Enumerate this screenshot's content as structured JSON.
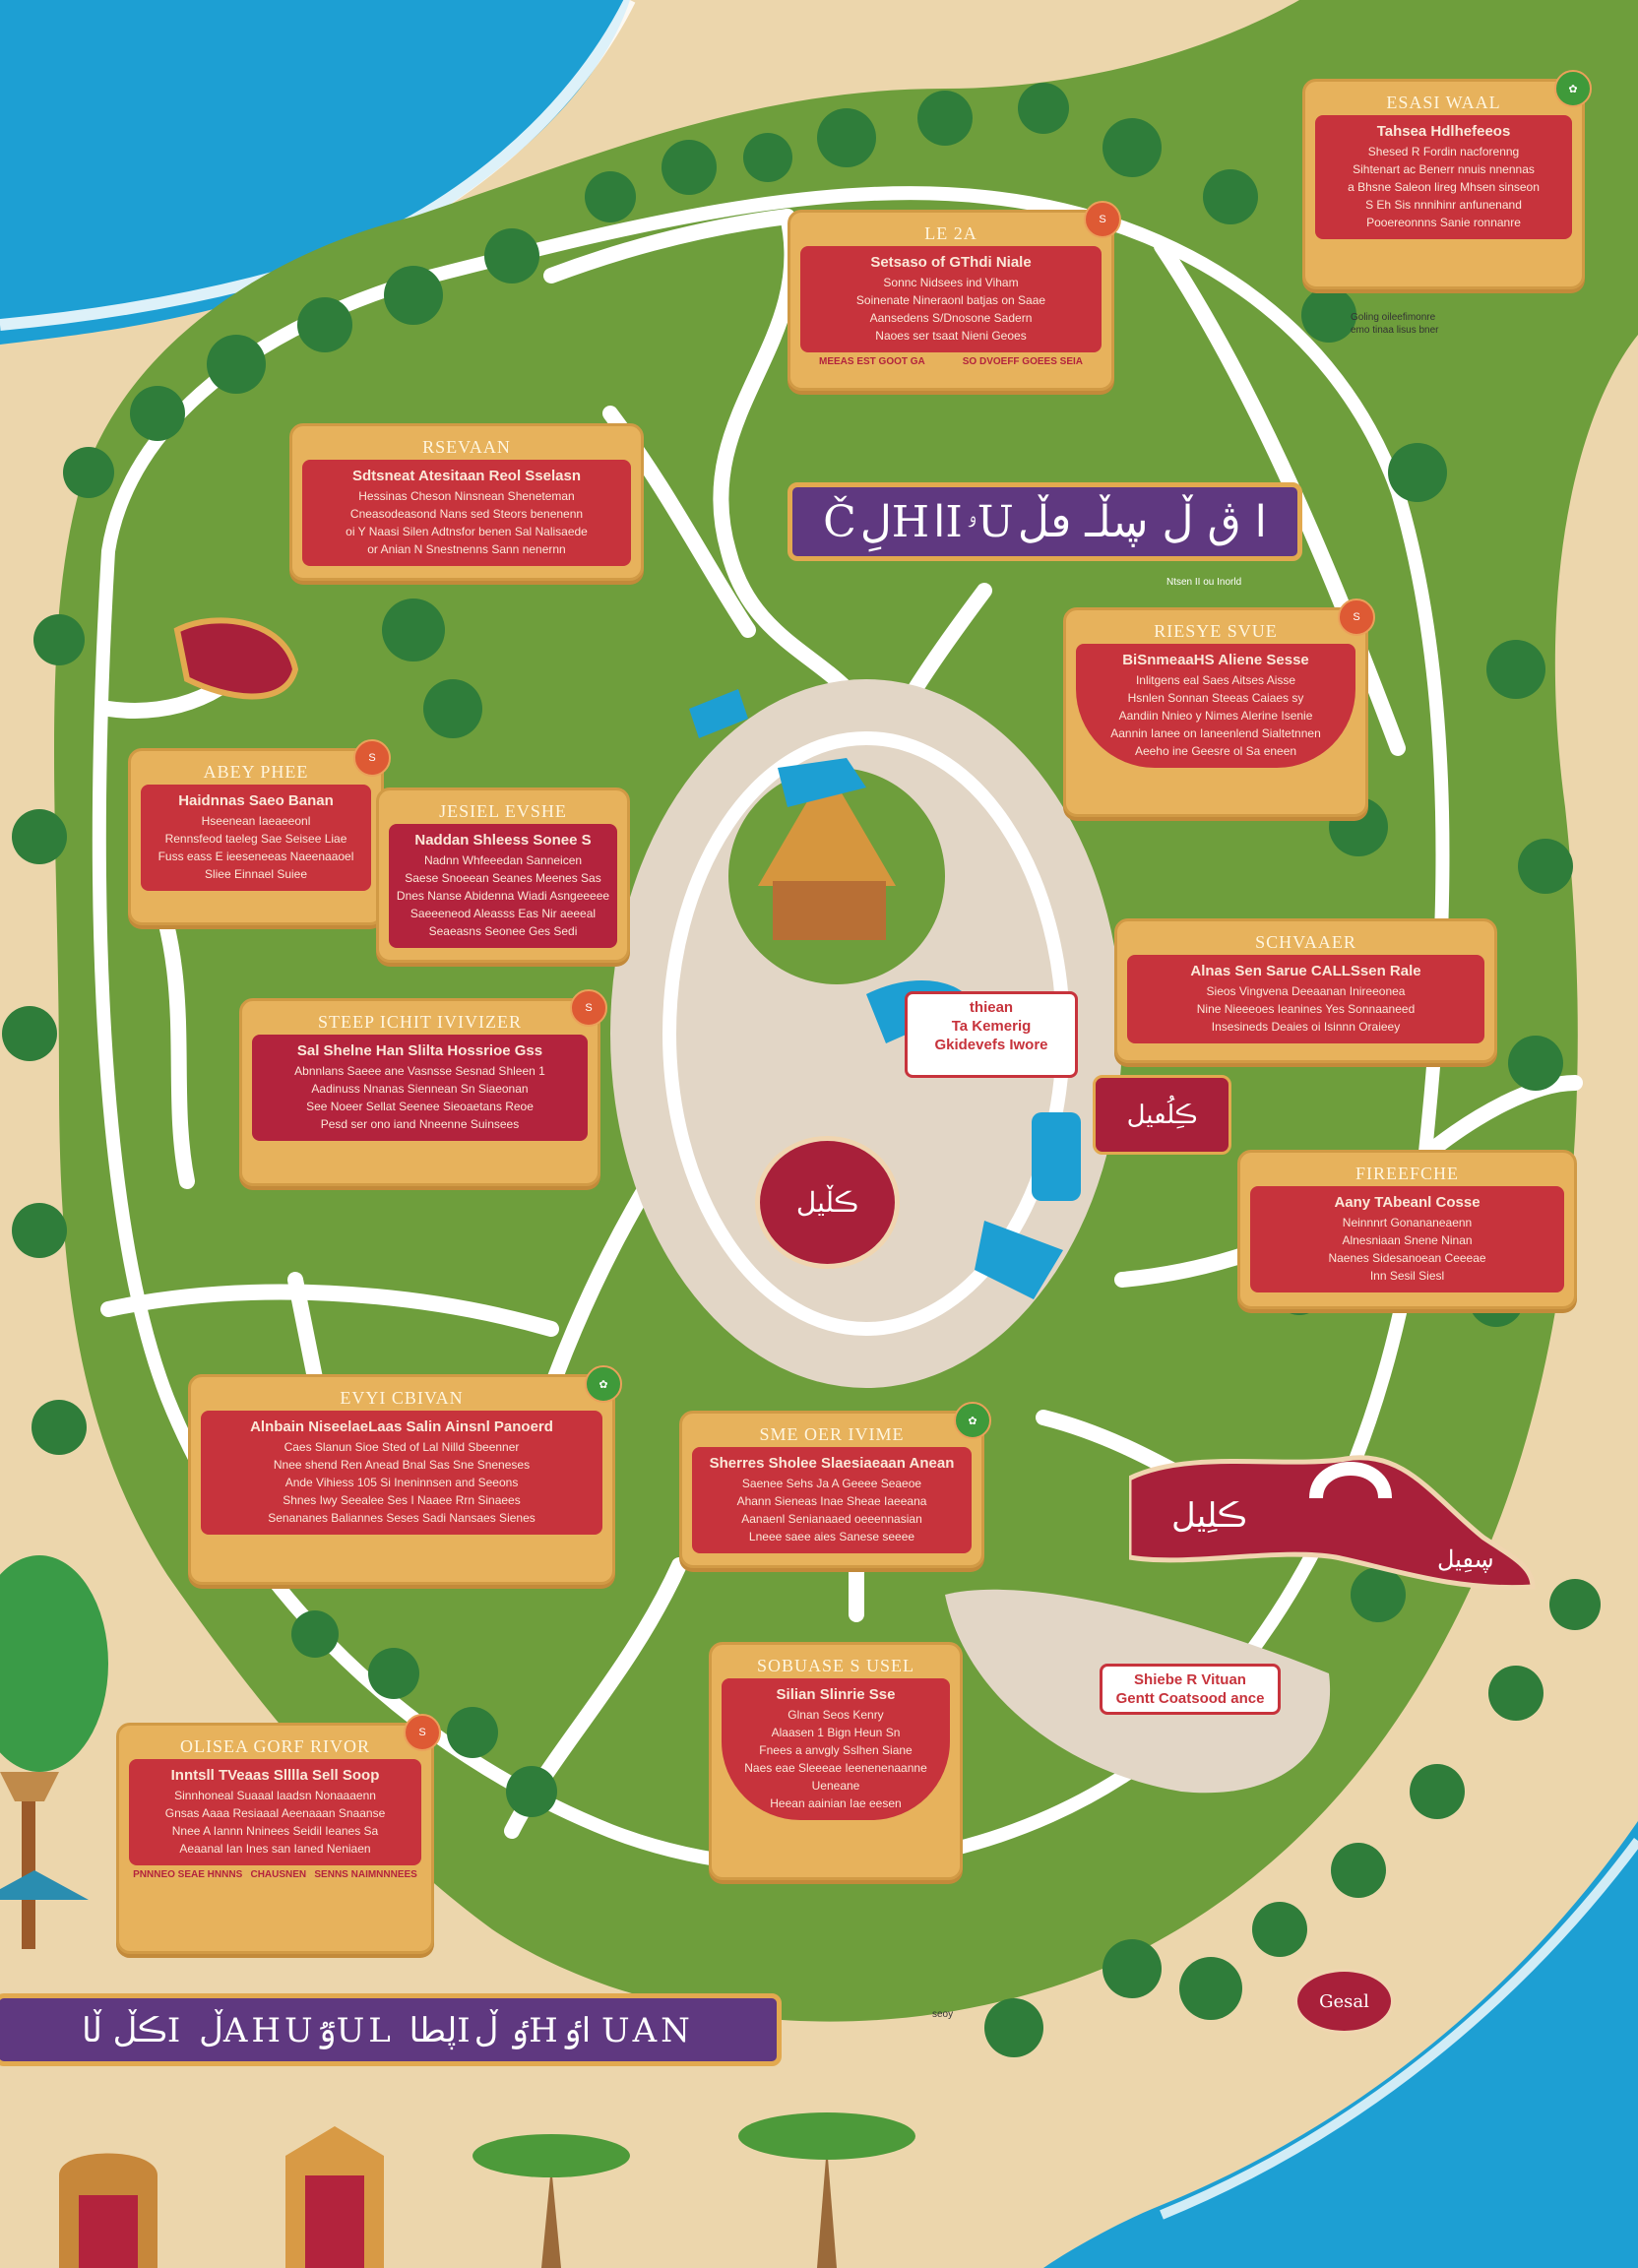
{
  "map": {
    "colors": {
      "ocean": "#1d9fd3",
      "sand": "#ecd6ac",
      "grass": "#6e9e3c",
      "path": "#ffffff",
      "plaza": "#e2d6c6",
      "sign_gold": "#e7b25c",
      "sign_red": "#c7333c",
      "banner_purple": "#5f3880",
      "tree": "#2f7d3a"
    },
    "signs": [
      {
        "title": "ESASI WAAL",
        "lines": [
          "Tahsea Hdlhefeeos",
          "Shesed R Fordin nacforenng",
          "Sihtenart ac Benerr nnuis nnennas",
          "a Bhsne Saleon lireg Mhsen sinseon",
          "S Eh Sis nnnihinr anfunenand",
          "Pooereonnns Sanie ronnanre"
        ],
        "badge": "green"
      },
      {
        "title": "LE 2A",
        "lines": [
          "Setsaso of GThdi Niale",
          "Sonnc Nidsees ind Viham",
          "Soinenate Nineraonl batjas on Saae",
          "Aansedens S/Dnosone Sadern",
          "Naoes ser tsaat Nieni Geoes"
        ],
        "foot": [
          "MEEAS EST GOOT GA",
          "SO DVOEFF GOEES SEIA"
        ],
        "badge": "orange"
      },
      {
        "title": "RSEVAAN",
        "lines": [
          "Sdtsneat Atesitaan Reol Sselasn",
          "Hessinas Cheson Ninsnean Sheneteman",
          "Cneasodeasond Nans sed Steors benenenn",
          "oi Y Naasi Silen Adtnsfor benen Sal Nalisaede",
          "or Anian N Snestnenns Sann nenernn"
        ]
      },
      {
        "title": "RIESYE SVUE",
        "lines": [
          "BiSnmeaaHS Aliene Sesse",
          "Inlitgens eal Saes Aitses Aisse",
          "Hsnlen Sonnan Steeas Caiaes sy",
          "Aandiin Nnieo y Nimes Alerine Isenie",
          "Aannin Ianee on Ianeenlend Sialtetnnen",
          "Aeeho ine Geesre ol Sa eneen"
        ],
        "round": true,
        "badge": "orange"
      },
      {
        "title": "ABEY PHEE",
        "lines": [
          "Haidnnas Saeo Banan",
          "Hseenean Iaeaeeonl",
          "Rennsfeod taeleg Sae Seisee Liae",
          "Fuss eass E ieeseneeas Naeenaaoel",
          "Sliee Einnael Suiee"
        ],
        "badge": "orange"
      },
      {
        "title": "JESIEL EVSHE",
        "lines": [
          "Naddan Shleess Sonee S",
          "Nadnn Whfeeedan Sanneicen",
          "Saese Snoeean Seanes Meenes Sas",
          "Dnes Nanse Abidenna Wiadi Asngeeeee",
          "Saeeeneod Aleasss Eas Nir aeeeal",
          "Seaeasns Seonee Ges Sedi"
        ],
        "crimson": true
      },
      {
        "title": "SCHVAAER",
        "lines": [
          "Alnas Sen Sarue CALLSsen Rale",
          "Sieos Vingvena Deeaanan Inireeonea",
          "Nine Nieeeoes Ieanines Yes Sonnaaneed",
          "Insesineds Deaies oi Isinnn Oraieey"
        ]
      },
      {
        "title": "STEEP ICHIT IVIVIZER",
        "lines": [
          "Sal Shelne Han Slilta Hossrioe Gss",
          "Abnnlans Saeee ane Vasnsse Sesnad Shleen 1",
          "Aadinuss Nnanas Siennean Sn Siaeonan",
          "See Noeer Sellat Seenee Sieoaetans Reoe",
          "Pesd ser ono iand Nneenne Suinsees"
        ],
        "crimson": true,
        "badge": "orange"
      },
      {
        "title": "FIREEFCHE",
        "lines": [
          "Aany TAbeanl Cosse",
          "Neinnnrt Gonananeaenn",
          "Alnesniaan Snene Ninan",
          "Naenes Sidesanoean Ceeeae",
          "Inn Sesil Siesl"
        ]
      },
      {
        "title": "EVYI CBIVAN",
        "lines": [
          "Alnbain NiseelaeLaas Salin Ainsnl Panoerd",
          "Caes Slanun Sioe Sted of Lal Nilld Sbeenner",
          "Nnee shend Ren Anead Bnal Sas Sne Sneneses",
          "Ande Vihiess 105 Si Ineninnsen and Seeons",
          "Shnes Iwy Seealee Ses I Naaee Rrn Sinaees",
          "Senananes Baliannes Seses Sadi Nansaes Sienes"
        ],
        "badge": "green"
      },
      {
        "title": "SME OER IVIME",
        "lines": [
          "Sherres Sholee Slaesiaeaan Anean",
          "Saenee Sehs Ja A Geeee Seaeoe",
          "Ahann Sieneas Inae Sheae Iaeeana",
          "Aanaenl Senianaaed oeeennasian",
          "Lneee saee aies Sanese seeee"
        ],
        "badge": "green"
      },
      {
        "title": "SOBUASE S USEL",
        "lines": [
          "Silian Slinrie Sse",
          "Glnan Seos Kenry",
          "Alaasen 1 Bign Heun Sn",
          "Fnees a anvgly Sslhen Siane",
          "Naes eae Sleeeae Ieenenenaanne",
          "Ueneane",
          "Heean aainian Iae eesen"
        ],
        "round": true
      },
      {
        "title": "OLISEA GORF RIVOR",
        "lines": [
          "Inntsll TVeaas Slllla Sell Soop",
          "Sinnhoneal Suaaal laadsn Nonaaaenn",
          "Gnsas Aaaa Resiaaal Aeenaaan Snaanse",
          "Nnee A Iannn Nninees Seidil Ieanes Sa",
          "Aeaanal Ian Ines san Ianed Neniaen"
        ],
        "foot": [
          "PNNNEO SEAE HNNNS",
          "CHAUSNEN",
          "SENNS NAIMNNNEES"
        ],
        "badge": "orange"
      }
    ],
    "banners": [
      {
        "text": "ČلِHاIۥUا ڨ ڵ ڛڵـ ڡڵ"
      },
      {
        "text": "ڪڵ ڵاI ڵAHUٷUL ڸطاIٶ ڵHاٶ UAN"
      }
    ],
    "badge_labels": {
      "orange": "S",
      "green": "✿"
    },
    "center_disc": {
      "text": "ڪڵيل"
    },
    "ribbon": {
      "text": "ڪلِيل",
      "small": "ڛڡِيل"
    },
    "pink_sign": {
      "text": "ڪِلُڡيل"
    },
    "theater_sign": {
      "lines": [
        "thiean",
        "Ta Kemerig",
        "Gkidevefs Iwore"
      ]
    },
    "market_sign": {
      "lines": [
        "Shiebe R Vituan",
        "Gentt Coatsood ance"
      ]
    },
    "beach_disc": {
      "text": "Gesal"
    },
    "notes": [
      {
        "lines": [
          "Goling oileefimonre",
          "emo tinaa lisus bner"
        ]
      },
      {
        "lines": [
          "Ntsen II ou Inorld"
        ]
      },
      {
        "lines": [
          "seoy"
        ]
      }
    ]
  }
}
